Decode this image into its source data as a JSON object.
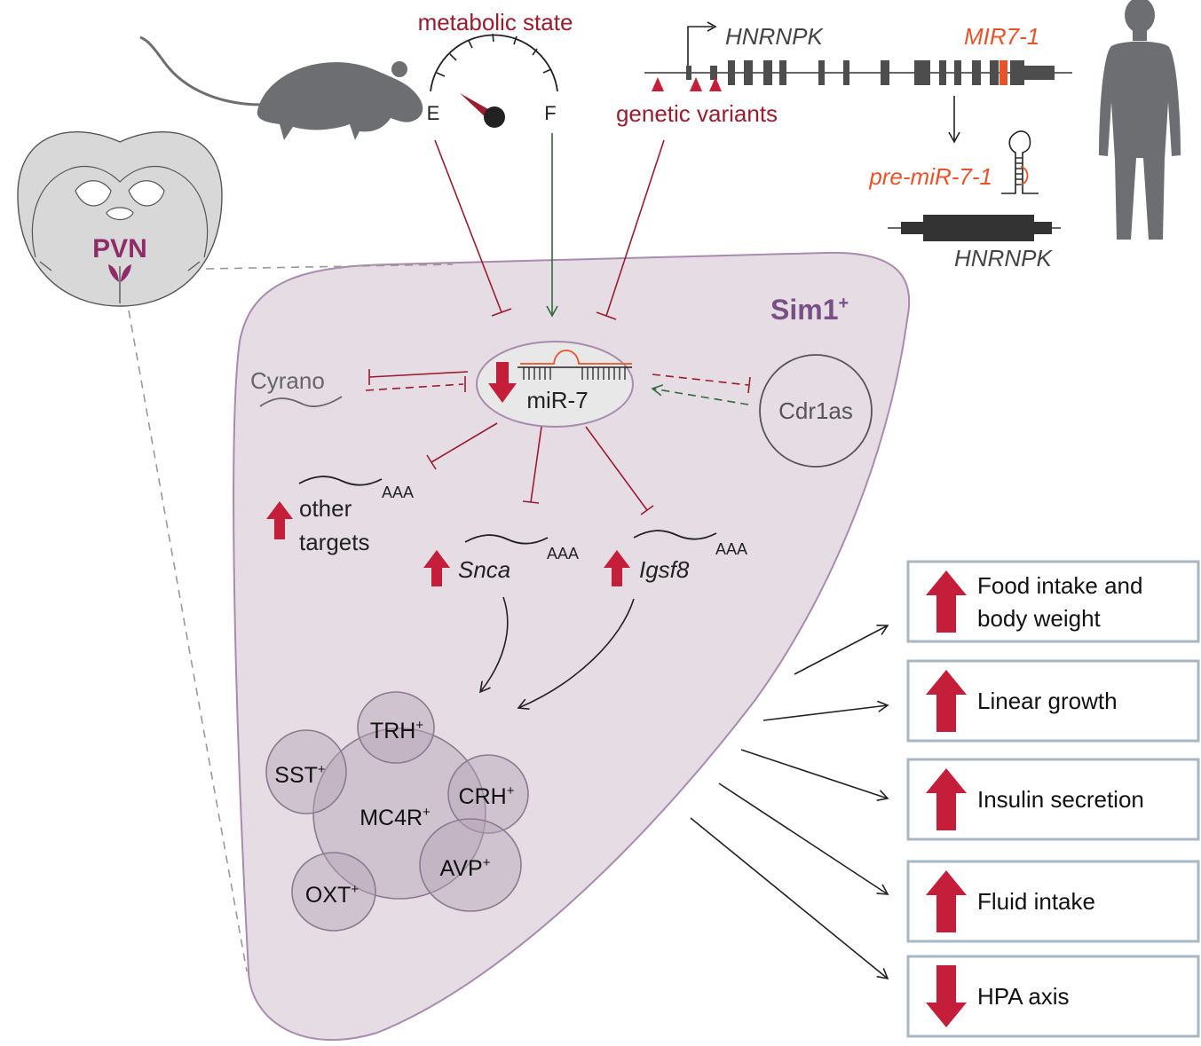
{
  "labels": {
    "metabolic_state": "metabolic state",
    "gauge_e": "E",
    "gauge_f": "F",
    "hnrnpk_gene": "HNRNPK",
    "mir7_1": "MIR7-1",
    "genetic_variants": "genetic variants",
    "pre_mir": "pre-miR-7-1",
    "hnrnpk_mrna": "HNRNPK",
    "pvn": "PVN",
    "sim1": "Sim1",
    "sim1_sup": "+",
    "cyrano": "Cyrano",
    "mir7": "miR-7",
    "cdr1as": "Cdr1as",
    "aaa": "AAA",
    "other_targets_1": "other",
    "other_targets_2": "targets",
    "snca": "Snca",
    "igsf8": "Igsf8"
  },
  "neurons": [
    {
      "key": "trh",
      "label": "TRH",
      "sup": "+"
    },
    {
      "key": "sst",
      "label": "SST",
      "sup": "+"
    },
    {
      "key": "mc4r",
      "label": "MC4R",
      "sup": "+"
    },
    {
      "key": "crh",
      "label": "CRH",
      "sup": "+"
    },
    {
      "key": "oxt",
      "label": "OXT",
      "sup": "+"
    },
    {
      "key": "avp",
      "label": "AVP",
      "sup": "+"
    }
  ],
  "outcomes": [
    {
      "line1": "Food intake and",
      "line2": "body weight",
      "direction": "up"
    },
    {
      "line1": "Linear growth",
      "line2": "",
      "direction": "up"
    },
    {
      "line1": "Insulin secretion",
      "line2": "",
      "direction": "up"
    },
    {
      "line1": "Fluid intake",
      "line2": "",
      "direction": "up"
    },
    {
      "line1": "HPA axis",
      "line2": "",
      "direction": "down"
    }
  ],
  "colors": {
    "dark_red": "#9b1c2e",
    "arrow_red": "#c41e3a",
    "orange": "#e8532a",
    "green": "#2e6b3a",
    "purple_text": "#7a4f86",
    "pvn_magenta": "#8e2c6a",
    "cell_fill": "#e6dce4",
    "cell_stroke": "#a98bb0",
    "gray_silhouette": "#6d6e71",
    "box_border": "#a9b7c2",
    "text_gray": "#555555"
  }
}
